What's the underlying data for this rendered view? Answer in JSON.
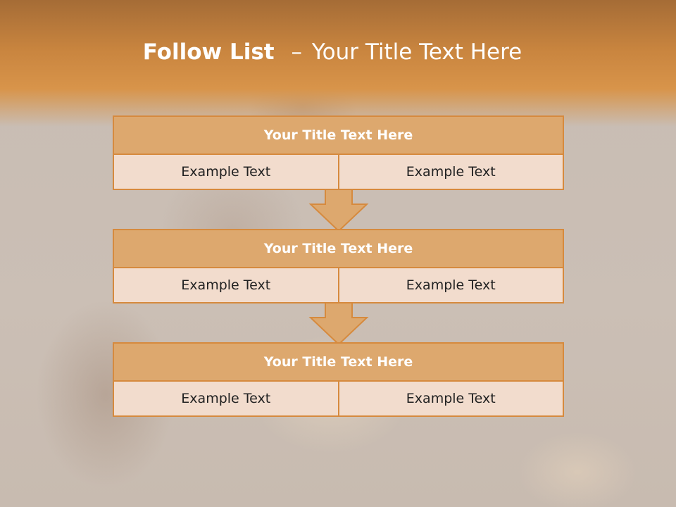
{
  "slide": {
    "title_bold": "Follow List",
    "title_sep": "–",
    "title_rest": "Your Title Text Here"
  },
  "blocks": [
    {
      "title": "Your Title Text Here",
      "left": "Example Text",
      "right": "Example Text"
    },
    {
      "title": "Your Title Text Here",
      "left": "Example Text",
      "right": "Example Text"
    },
    {
      "title": "Your Title Text Here",
      "left": "Example Text",
      "right": "Example Text"
    }
  ],
  "colors": {
    "accent": "#d68a3e",
    "header_fill": "#dda86e",
    "cell_fill": "#f2dccd",
    "arrow_fill": "#dda86e"
  }
}
